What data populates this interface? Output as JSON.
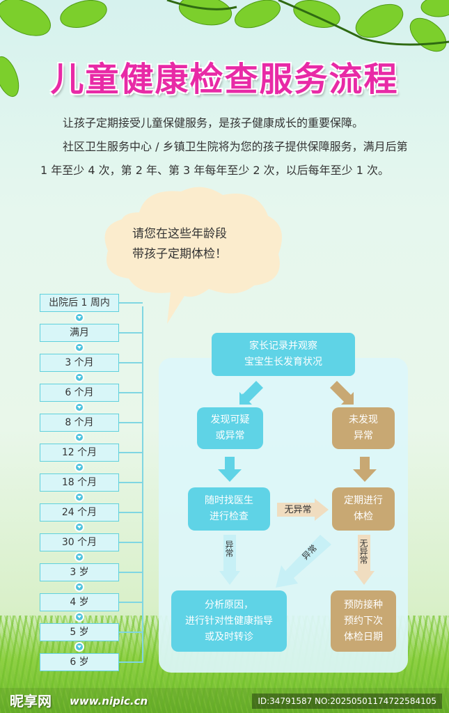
{
  "title": "儿童健康检查服务流程",
  "intro": [
    "让孩子定期接受儿童保健服务，是孩子健康成长的重要保障。",
    "社区卫生服务中心 / 乡镇卫生院将为您的孩子提供保障服务，满月后第 1 年至少 4 次，第 2 年、第 3 年每年至少 2 次，以后每年至少 1 次。"
  ],
  "cloud": {
    "line1": "请您在这些年龄段",
    "line2": "带孩子定期体检！"
  },
  "ages": [
    "出院后 1 周内",
    "满月",
    "3 个月",
    "6 个月",
    "8 个月",
    "12 个月",
    "18 个月",
    "24 个月",
    "30 个月",
    "3 岁",
    "4 岁",
    "5 岁",
    "6 岁"
  ],
  "flow": {
    "top": {
      "line1": "家长记录并观察",
      "line2": "宝宝生长发育状况"
    },
    "suspect": {
      "line1": "发现可疑",
      "line2": "或异常"
    },
    "normal_found": {
      "line1": "未发现",
      "line2": "异常"
    },
    "see_doctor": {
      "line1": "随时找医生",
      "line2": "进行检查"
    },
    "regular_check": {
      "line1": "定期进行",
      "line2": "体检"
    },
    "analyze": {
      "line1": "分析原因，",
      "line2": "进行针对性健康指导",
      "line3": "或及时转诊"
    },
    "prevent": {
      "line1": "预防接种",
      "line2": "预约下次",
      "line3": "体检日期"
    },
    "label_no_abnormal": "无异常",
    "label_abnormal_left": "异常",
    "label_abnormal_diag": "异常",
    "label_no_abnormal_right": "无异常"
  },
  "footer": {
    "logo": "昵享网",
    "site": "www.nipic.cn",
    "id": "ID:34791587 NO:20250501174722584105"
  },
  "colors": {
    "title": "#e82aa6",
    "blue": "#5fd3e6",
    "tan": "#c8a873",
    "cloud": "#fbeccd"
  }
}
